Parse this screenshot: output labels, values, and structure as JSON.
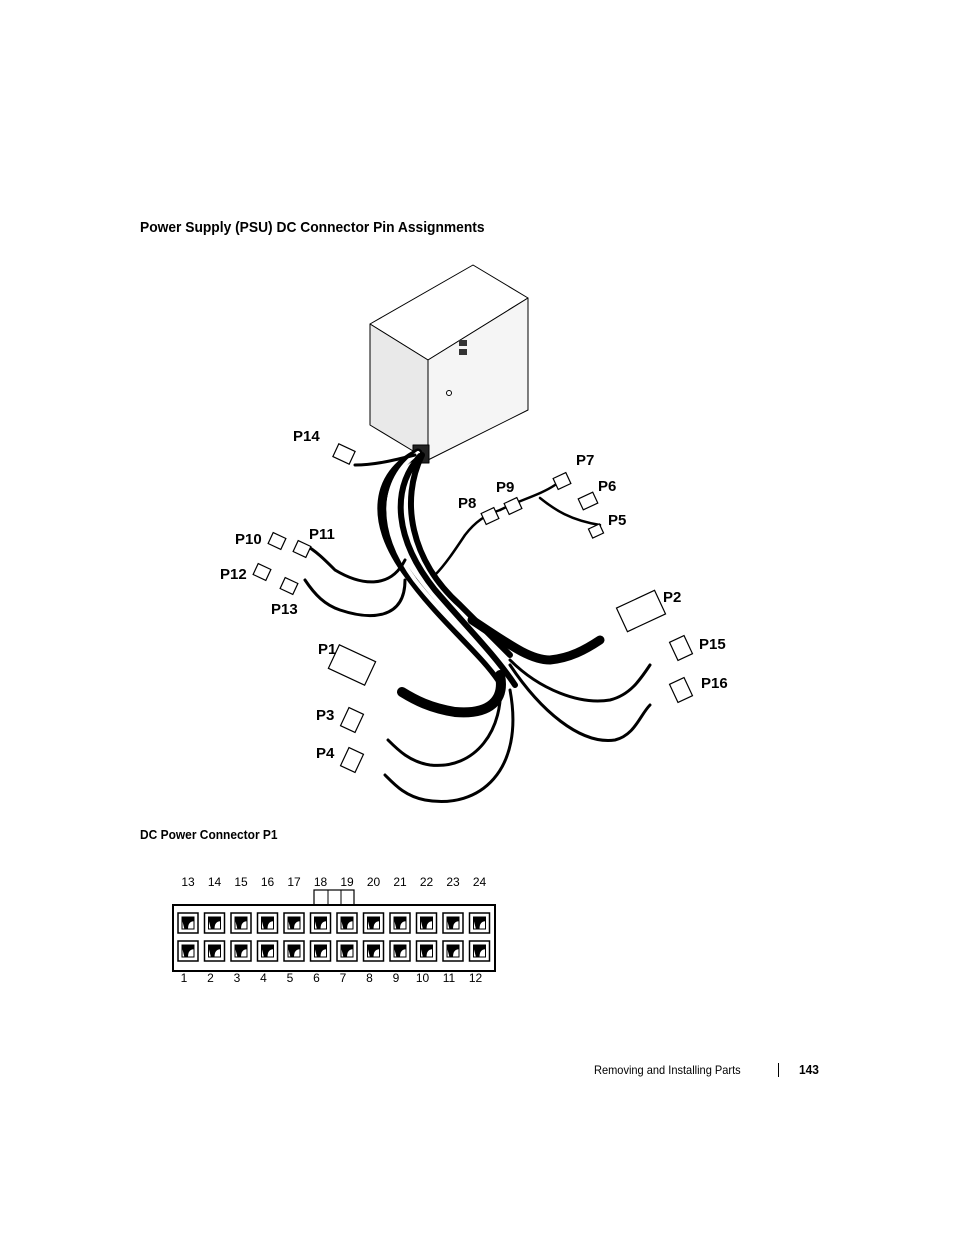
{
  "section_title": "Power Supply (PSU) DC Connector Pin Assignments",
  "subsection_title": "DC Power Connector P1",
  "psu_diagram": {
    "connector_labels": {
      "p14": "P14",
      "p7": "P7",
      "p9": "P9",
      "p6": "P6",
      "p8": "P8",
      "p5": "P5",
      "p10": "P10",
      "p11": "P11",
      "p12": "P12",
      "p13": "P13",
      "p2": "P2",
      "p15": "P15",
      "p16": "P16",
      "p1": "P1",
      "p3": "P3",
      "p4": "P4"
    }
  },
  "p1_connector": {
    "top_row_pins": [
      "13",
      "14",
      "15",
      "16",
      "17",
      "18",
      "19",
      "20",
      "21",
      "22",
      "23",
      "24"
    ],
    "bottom_row_pins": [
      "1",
      "2",
      "3",
      "4",
      "5",
      "6",
      "7",
      "8",
      "9",
      "10",
      "11",
      "12"
    ]
  },
  "footer": {
    "section": "Removing and Installing Parts",
    "page_number": "143"
  }
}
